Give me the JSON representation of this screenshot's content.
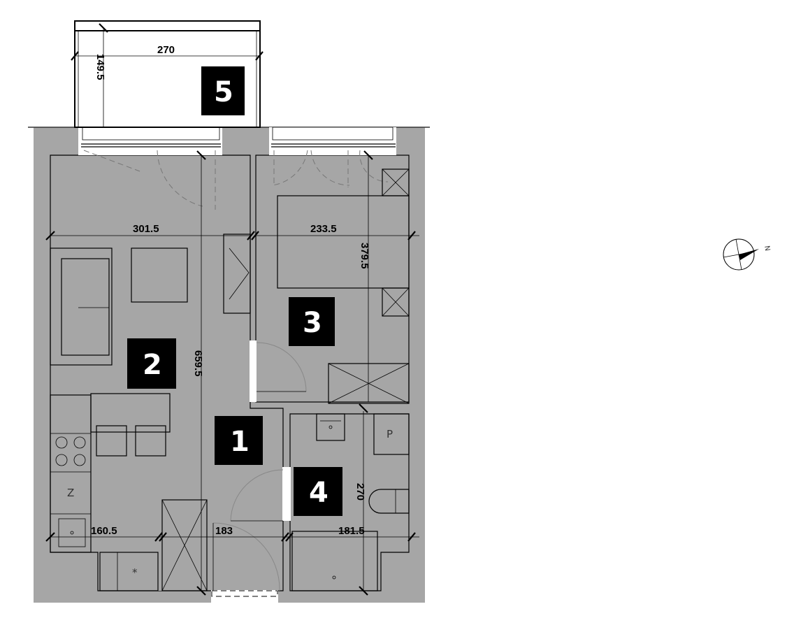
{
  "plan": {
    "rooms": [
      {
        "number": "1"
      },
      {
        "number": "2"
      },
      {
        "number": "3"
      },
      {
        "number": "4"
      },
      {
        "number": "5"
      }
    ],
    "dimensions": {
      "balcony_width": "270",
      "balcony_depth": "149.5",
      "living_width": "301.5",
      "bedroom_width": "233.5",
      "bedroom_depth": "379.5",
      "living_depth": "659.5",
      "kitchen_width": "160.5",
      "hall_width": "183",
      "bath_width": "181.5",
      "bath_depth": "270"
    },
    "fixtures": {
      "washer": "P",
      "fridge": "Z",
      "freezer": "*"
    },
    "compass": {
      "north": "N"
    },
    "colors": {
      "wall": "#a6a6a6",
      "label_bg": "#000000"
    }
  }
}
